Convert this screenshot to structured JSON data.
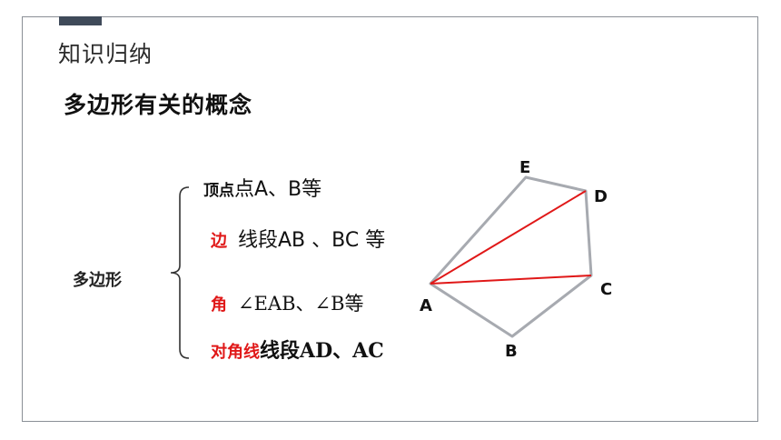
{
  "slide": {
    "title": "知识归纳",
    "subtitle": "多边形有关的概念"
  },
  "concept": {
    "main_term": "多边形",
    "items": [
      {
        "label": "顶点",
        "value": "点A、B等"
      },
      {
        "label": "边",
        "value": "线段AB 、BC 等"
      },
      {
        "label": "角",
        "value": "∠EAB、∠B等"
      },
      {
        "label": "对角线",
        "value": "线段AD、AC"
      }
    ]
  },
  "figure": {
    "vertices": [
      "A",
      "B",
      "C",
      "D",
      "E"
    ]
  },
  "colors": {
    "frame": "#8a8f96",
    "accent_bar": "#3f4a59",
    "polygon_edge": "#a7aab0",
    "diagonal": "#e01818",
    "highlight_label": "#e01818"
  }
}
